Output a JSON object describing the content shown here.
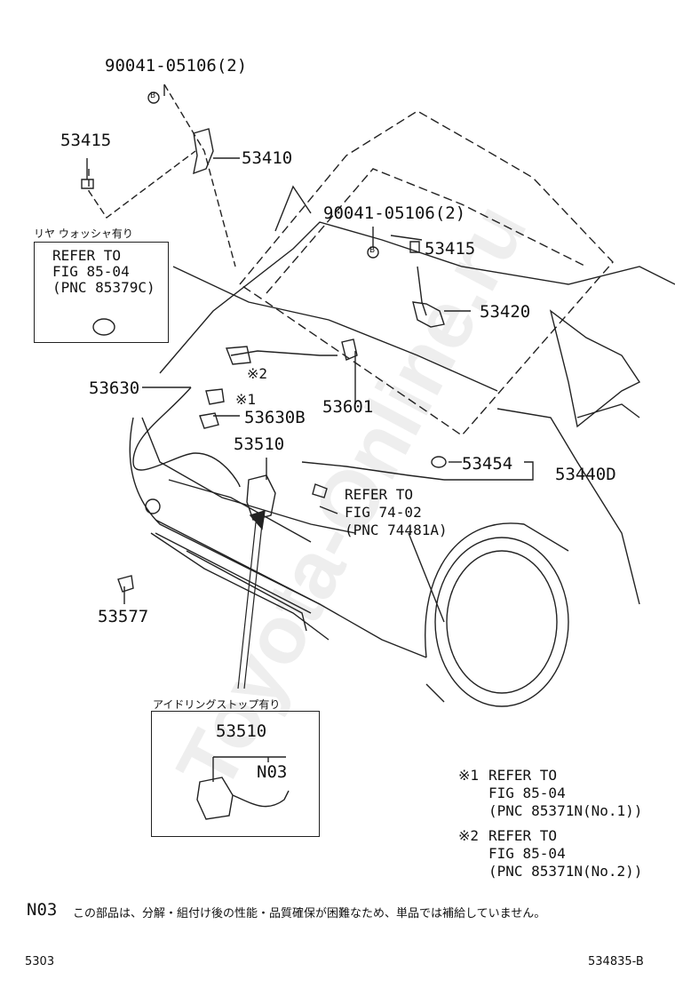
{
  "labels": {
    "bolt_top": "90041-05106(2)",
    "bolt_mid": "90041-05106(2)",
    "p53415_left": "53415",
    "p53410": "53410",
    "p53415_right": "53415",
    "p53420": "53420",
    "p53630": "53630",
    "p53601": "53601",
    "p53630b": "53630B",
    "p53510": "53510",
    "p53454": "53454",
    "p53440d": "53440D",
    "p53577": "53577",
    "mark1": "※1",
    "mark2": "※2",
    "circle_b": "B"
  },
  "ref_boxes": {
    "rear_washer_title": "リヤ ウォッシャ有り",
    "rear_washer_l1": "REFER TO",
    "rear_washer_l2": "FIG 85-04",
    "rear_washer_l3": "(PNC 85379C)",
    "fig74_l1": "REFER TO",
    "fig74_l2": "FIG 74-02",
    "fig74_l3": "(PNC 74481A)"
  },
  "inset": {
    "title": "アイドリングストップ有り",
    "part": "53510",
    "sub": "N03"
  },
  "notes": {
    "n1_mark": "※1",
    "n1_l1": "REFER TO",
    "n1_l2": "FIG 85-04",
    "n1_l3": "(PNC 85371N(No.1))",
    "n2_mark": "※2",
    "n2_l1": "REFER TO",
    "n2_l2": "FIG 85-04",
    "n2_l3": "(PNC 85371N(No.2))"
  },
  "footer": {
    "code": "N03",
    "note": "この部品は、分解・組付け後の性能・品質確保が困難なため、単品では補給していません。",
    "page_left": "5303",
    "page_right": "534835-B"
  },
  "watermark": "Toyota-Online.ru"
}
